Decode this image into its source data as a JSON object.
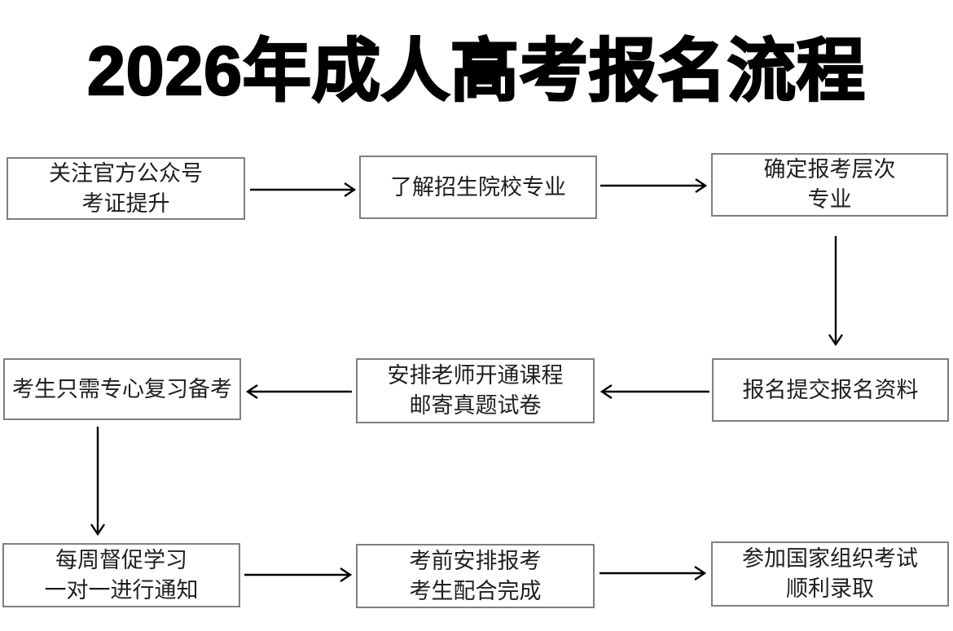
{
  "title": "2026年成人高考报名流程",
  "colors": {
    "title": "#000000",
    "box_border": "#7f7f7f",
    "box_text": "#1f1f1f",
    "arrow": "#000000",
    "background": "#ffffff"
  },
  "flow": {
    "steps": [
      {
        "id": 1,
        "lines": [
          "关注官方公众号",
          "考证提升"
        ]
      },
      {
        "id": 2,
        "lines": [
          "了解招生院校专业"
        ]
      },
      {
        "id": 3,
        "lines": [
          "确定报考层次",
          "专业"
        ]
      },
      {
        "id": 4,
        "lines": [
          "报名提交报名资料"
        ]
      },
      {
        "id": 5,
        "lines": [
          "安排老师开通课程",
          "邮寄真题试卷"
        ]
      },
      {
        "id": 6,
        "lines": [
          "考生只需专心复习备考"
        ]
      },
      {
        "id": 7,
        "lines": [
          "每周督促学习",
          "一对一进行通知"
        ]
      },
      {
        "id": 8,
        "lines": [
          "考前安排报考",
          "考生配合完成"
        ]
      },
      {
        "id": 9,
        "lines": [
          "参加国家组织考试",
          "顺利录取"
        ]
      }
    ],
    "edges": [
      {
        "from": 1,
        "to": 2,
        "direction": "right"
      },
      {
        "from": 2,
        "to": 3,
        "direction": "right"
      },
      {
        "from": 3,
        "to": 4,
        "direction": "down"
      },
      {
        "from": 4,
        "to": 5,
        "direction": "left"
      },
      {
        "from": 5,
        "to": 6,
        "direction": "left"
      },
      {
        "from": 6,
        "to": 7,
        "direction": "down"
      },
      {
        "from": 7,
        "to": 8,
        "direction": "right"
      },
      {
        "from": 8,
        "to": 9,
        "direction": "right"
      }
    ]
  }
}
